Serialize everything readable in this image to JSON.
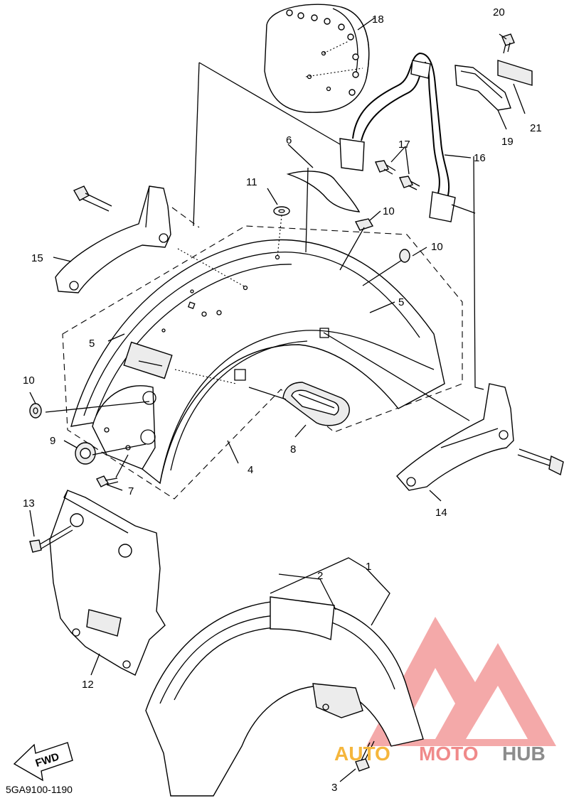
{
  "diagram": {
    "code": "5GA9100-1190",
    "direction_label": "FWD",
    "labels": [
      {
        "id": "1",
        "text": "1"
      },
      {
        "id": "2",
        "text": "2"
      },
      {
        "id": "3",
        "text": "3"
      },
      {
        "id": "4",
        "text": "4"
      },
      {
        "id": "5a",
        "text": "5"
      },
      {
        "id": "5b",
        "text": "5"
      },
      {
        "id": "6",
        "text": "6"
      },
      {
        "id": "7",
        "text": "7"
      },
      {
        "id": "8",
        "text": "8"
      },
      {
        "id": "9",
        "text": "9"
      },
      {
        "id": "10a",
        "text": "10"
      },
      {
        "id": "10b",
        "text": "10"
      },
      {
        "id": "10c",
        "text": "10"
      },
      {
        "id": "11",
        "text": "11"
      },
      {
        "id": "12",
        "text": "12"
      },
      {
        "id": "13",
        "text": "13"
      },
      {
        "id": "14",
        "text": "14"
      },
      {
        "id": "15",
        "text": "15"
      },
      {
        "id": "16",
        "text": "16"
      },
      {
        "id": "17",
        "text": "17"
      },
      {
        "id": "18",
        "text": "18"
      },
      {
        "id": "19",
        "text": "19"
      },
      {
        "id": "20",
        "text": "20"
      },
      {
        "id": "21",
        "text": "21"
      }
    ]
  },
  "watermark": {
    "word_auto": "AUTO",
    "word_moto": "MOTO",
    "word_hub": "HUB",
    "colors": {
      "auto": "#f5b63c",
      "moto": "#f08a8a",
      "hub": "#8c8c8c",
      "logo": "#f29a9a"
    }
  }
}
